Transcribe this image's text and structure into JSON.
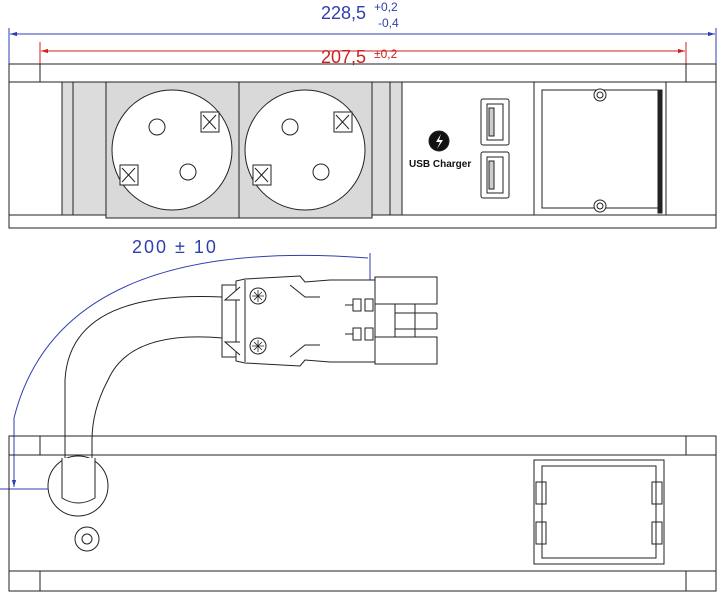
{
  "dimensions": {
    "overall": {
      "value": "228,5",
      "tol_upper": "+0,2",
      "tol_lower": "-0,4",
      "color": "#2f3fb0"
    },
    "inner": {
      "value": "207,5",
      "tol": "±0,2",
      "color": "#d01f1f"
    },
    "cable": {
      "label": "200 ± 10",
      "color": "#2f3fb0"
    }
  },
  "usb_module": {
    "label": "USB Charger"
  }
}
